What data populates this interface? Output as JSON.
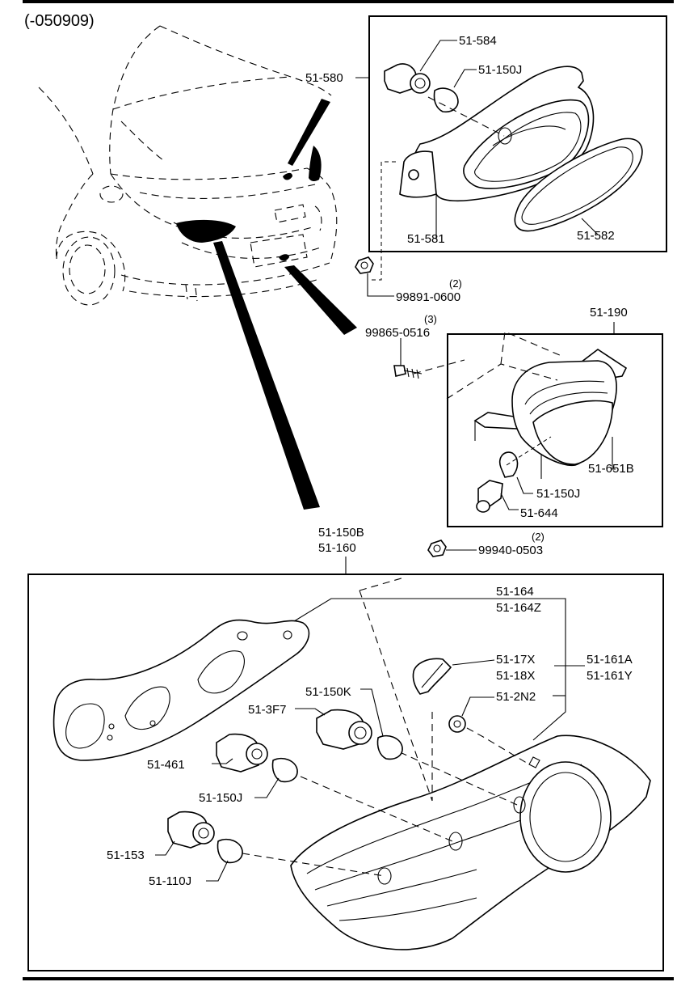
{
  "header": {
    "code": "(-050909)"
  },
  "labels": {
    "p51_584": "51-584",
    "p51_150J_a": "51-150J",
    "p51_580": "51-580",
    "p51_581": "51-581",
    "p51_582": "51-582",
    "p99891": "99891-0600",
    "q99891": "(2)",
    "p99865": "99865-0516",
    "q99865": "(3)",
    "p51_190": "51-190",
    "p51_651B": "51-651B",
    "p51_150J_b": "51-150J",
    "p51_644": "51-644",
    "p51_150B": "51-150B",
    "p51_160": "51-160",
    "p99940": "99940-0503",
    "q99940": "(2)",
    "p51_164": "51-164",
    "p51_164Z": "51-164Z",
    "p51_17X": "51-17X",
    "p51_18X": "51-18X",
    "p51_161A": "51-161A",
    "p51_161Y": "51-161Y",
    "p51_150K": "51-150K",
    "p51_3F7": "51-3F7",
    "p51_2N2": "51-2N2",
    "p51_461": "51-461",
    "p51_150J_c": "51-150J",
    "p51_153": "51-153",
    "p51_110J": "51-110J"
  }
}
